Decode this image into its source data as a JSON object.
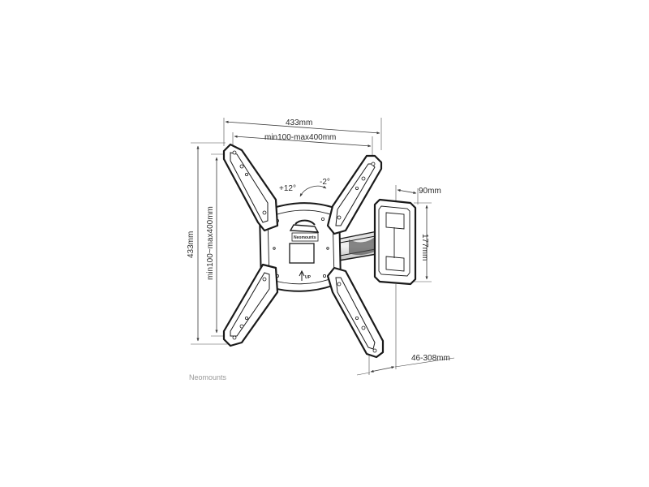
{
  "diagram": {
    "dimensions": {
      "overall_width": "433mm",
      "vesa_width": "min100-max400mm",
      "overall_height": "433mm",
      "vesa_height": "min100~max400mm",
      "wall_plate_width": "90mm",
      "wall_plate_height": "177mm",
      "arm_extension": "46-308mm"
    },
    "tilt": {
      "forward": "+12°",
      "backward": "-2°"
    },
    "labels": {
      "plate_brand": "Neomounts",
      "up_marker": "UP",
      "watermark": "Neomounts"
    }
  }
}
